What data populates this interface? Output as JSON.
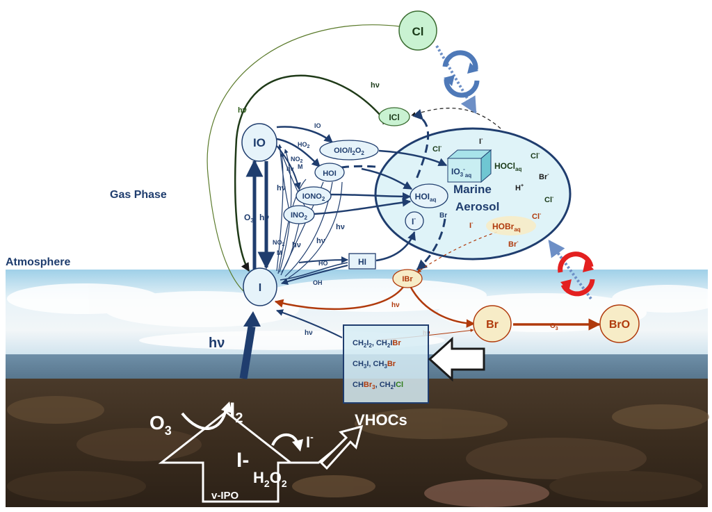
{
  "regions": {
    "gas_phase": "Gas Phase",
    "atmosphere": "Atmosphere"
  },
  "species": {
    "cl": "Cl",
    "icl": "ICl",
    "io": "IO",
    "oio": "OIO/I",
    "oio_sub": "2",
    "oio_tail": "O",
    "oio_sub2": "2",
    "hoi": "HOI",
    "iono2": "IONO",
    "iono2_sub": "2",
    "ino2": "INO",
    "ino2_sub": "2",
    "i": "I",
    "hi": "HI",
    "ibr": "IBr",
    "br": "Br",
    "bro": "BrO",
    "hoi_aq": "HOI",
    "hoi_aq_sub": "aq",
    "i_minus_aq": "I",
    "i_minus_sup": "-"
  },
  "aerosol": {
    "title_line1": "Marine",
    "title_line2": "Aerosol",
    "io3": "IO",
    "io3_sub": "3",
    "io3_sup": "-",
    "io3_aq": "aq",
    "hocl": "HOCl",
    "hocl_sub": "aq",
    "hobr": "HOBr",
    "hobr_sub": "aq",
    "hplus": "H",
    "hplus_sup": "+",
    "cl_minus": "Cl",
    "br_minus": "Br",
    "i_minus": "I",
    "minus": "-",
    "br_in": "Br"
  },
  "arrow_labels": {
    "hv": "hν",
    "io": "IO",
    "ho2": "HO",
    "ho2_sub": "2",
    "no2": "NO",
    "no2_sub": "2",
    "m": "M",
    "o3": "O",
    "o3_sub": "3",
    "ho": "HO",
    "oh": "OH",
    "big_hv": "hν"
  },
  "sources": {
    "ch2i2": "CH",
    "ch2i2_sub": "2",
    "ch2i2_tail": "I",
    "ch2i2_sub2": "2",
    "ch2ibr_pre": ", CH",
    "ch2ibr_sub": "2",
    "ch2ibr_i": "I",
    "ch2ibr_br": "Br",
    "ch3i": "CH",
    "ch3i_sub": "3",
    "ch3i_i": "I, CH",
    "ch3br_sub": "3",
    "ch3br_br": "Br",
    "chbr3": "CH",
    "chbr3_br": "Br",
    "chbr3_sub": "3",
    "ch2icl_pre": ", CH",
    "ch2icl_sub": "2",
    "ch2icl_i": "I",
    "ch2icl_cl": "Cl"
  },
  "seaweed": {
    "o3": "O",
    "o3_sub": "3",
    "i2": "I",
    "i2_sub": "2",
    "i_minus": "I-",
    "i_minus_right": "I",
    "i_minus_right_sup": "-",
    "h2o2": "H",
    "h2o2_sub": "2",
    "h2o2_o": "O",
    "h2o2_sub2": "2",
    "vipo": "v-IPO",
    "vhocs": "VHOCs"
  },
  "colors": {
    "iodine": "#1f3d6e",
    "bromine": "#b03a0c",
    "chlorine": "#2e5d1a",
    "aerosol_fill": "#dff3f8",
    "node_fill": "#e6f3fa",
    "cl_fill": "#c9f2d2",
    "br_fill": "#f7ecc7",
    "recycle_red": "#e32020",
    "recycle_blue": "#4e79b8"
  }
}
